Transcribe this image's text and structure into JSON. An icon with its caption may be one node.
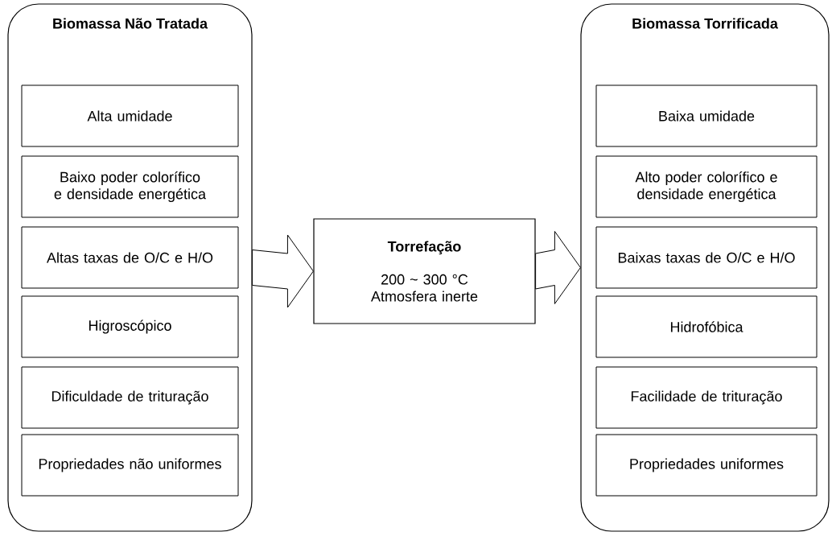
{
  "diagram": {
    "nodes": [
      {
        "text": [
          "Biomassa Não Tratada"
        ]
      },
      {
        "text": [
          "Alta umidade"
        ],
        "in": 0
      },
      {
        "text": [
          "Baixo poder colorífico e densidade energética"
        ],
        "in": 0
      },
      {
        "text": [
          "Altas taxas de O/C e H/O"
        ],
        "in": 0
      },
      {
        "text": [
          "Higroscópico"
        ],
        "in": 0
      },
      {
        "text": [
          "Dificuldade de trituração"
        ],
        "in": 0
      },
      {
        "text": [
          "Propriedades não uniformes"
        ],
        "in": 0
      },
      {
        "text": [
          "Torrefação",
          "200 ~ 300 °C Atmosfera inerte"
        ]
      },
      {
        "text": [
          "Biomassa Torrificada"
        ]
      },
      {
        "text": [
          "Baixa umidade"
        ],
        "in": 8
      },
      {
        "text": [
          "Alto poder colorífico e densidade energética"
        ],
        "in": 8
      },
      {
        "text": [
          "Baixas taxas de O/C e H/O"
        ],
        "in": 8
      },
      {
        "text": [
          "Hidrofóbica"
        ],
        "in": 8
      },
      {
        "text": [
          "Facilidade de trituração"
        ],
        "in": 8
      },
      {
        "text": [
          "Propriedades uniformes"
        ],
        "in": 8
      }
    ],
    "edges": [
      {
        "from": 0,
        "to": 7,
        "arrow": "to"
      },
      {
        "from": 7,
        "to": 8,
        "arrow": "to"
      }
    ]
  }
}
